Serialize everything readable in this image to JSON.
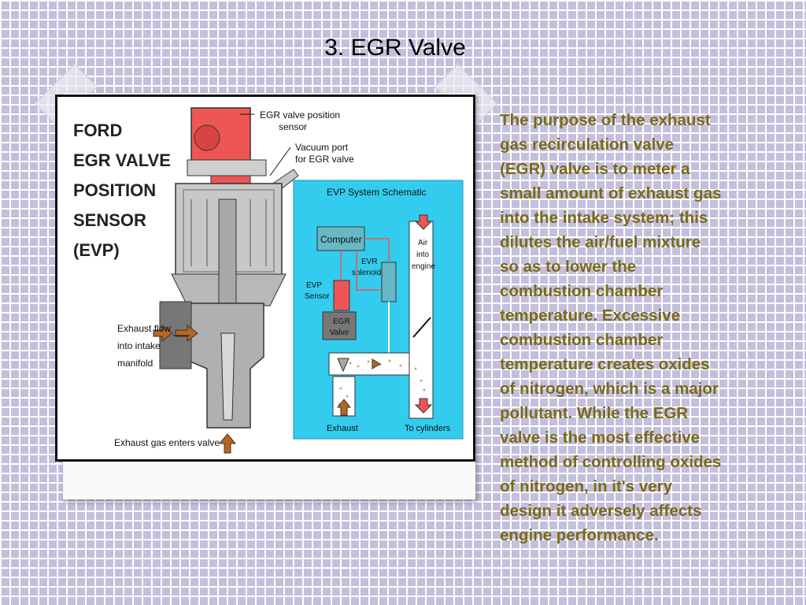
{
  "slide": {
    "title": "3.  EGR Valve",
    "body": "The purpose of the exhaust\ngas recirculation valve\n(EGR) valve is to meter a\nsmall amount of exhaust gas\ninto the intake system; this\ndilutes the air/fuel mixture\nso as to lower the\ncombustion chamber\ntemperature. Excessive\ncombustion chamber\ntemperature creates oxides\nof nitrogen, which is a major\npollutant. While the EGR\nvalve is the most effective\nmethod of controlling oxides\nof nitrogen, in it's very\ndesign it adversely affects\nengine performance."
  },
  "figure": {
    "heading_lines": [
      "FORD",
      "EGR VALVE",
      "POSITION",
      "SENSOR",
      "(EVP)"
    ],
    "callouts": {
      "position_sensor": [
        "EGR valve position",
        "sensor"
      ],
      "vacuum_port": [
        "Vacuum port",
        "for EGR valve"
      ],
      "exhaust_flow": [
        "Exhaust flow",
        "into intake",
        "manifold"
      ],
      "exhaust_enters": "Exhaust gas enters valve"
    },
    "schematic": {
      "title": "EVP System Schematic",
      "computer": "Computer",
      "evr_solenoid": [
        "EVR",
        "solenoid"
      ],
      "evp_sensor": [
        "EVP",
        "Sensor"
      ],
      "egr_valve": [
        "EGR",
        "Valve"
      ],
      "air_into_engine": [
        "Air",
        "into",
        "engine"
      ],
      "exhaust": "Exhaust",
      "to_cylinders": "To cylinders"
    },
    "colors": {
      "sensor_red": "#ee5555",
      "schematic_bg": "#33ccee",
      "component_teal": "#66b8c4",
      "arrow_brown": "#b8651f",
      "text_olive": "#7a6a18"
    }
  }
}
